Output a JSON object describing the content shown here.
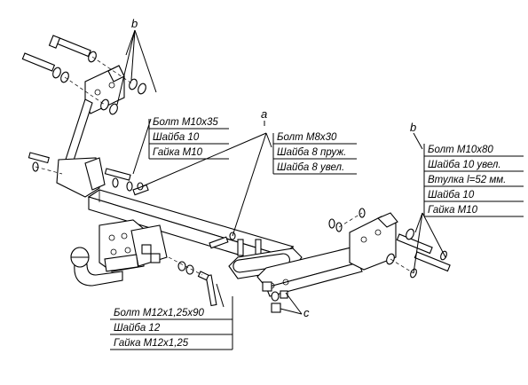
{
  "callouts": {
    "b_left": "b",
    "a": "a",
    "b_right": "b",
    "c": "c"
  },
  "groups": {
    "b_left": [
      "Болт M10x35",
      "Шайба 10",
      "Гайка M10"
    ],
    "a": [
      "Болт M8x30",
      "Шайба 8 пруж.",
      "Шайба 8 увел."
    ],
    "b_right": [
      "Болт M10x80",
      "Шайба 10 увел.",
      "Втулка l=52 мм.",
      "Шайба 10",
      "Гайка M10"
    ],
    "c": [
      "Болт M12x1,25x90",
      "Шайба 12",
      "Гайка M12x1,25"
    ]
  }
}
